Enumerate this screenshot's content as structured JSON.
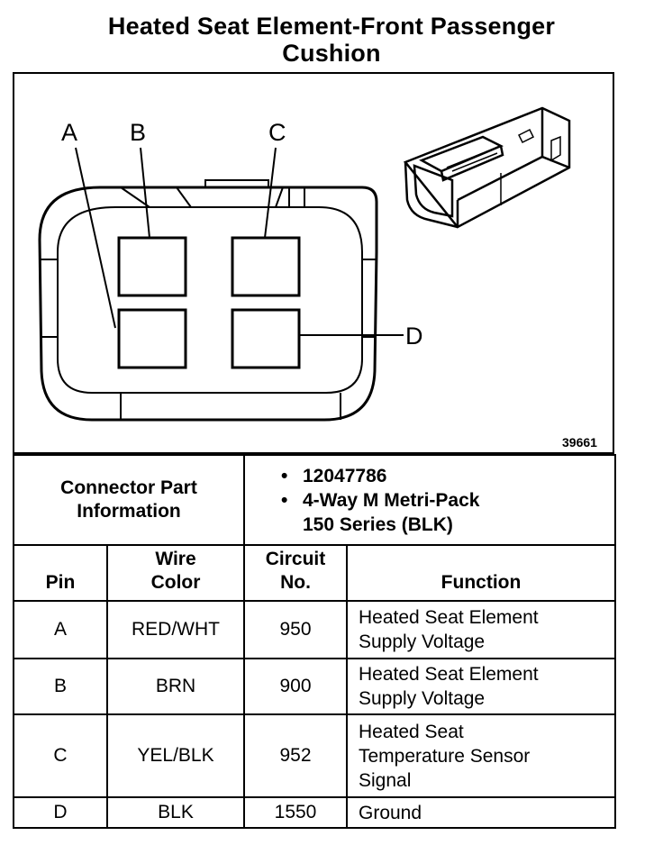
{
  "title": {
    "line1": "Heated Seat Element-Front Passenger",
    "line2": "Cushion"
  },
  "diagram": {
    "pin_labels": [
      "A",
      "B",
      "C",
      "D"
    ],
    "figure_number": "39661"
  },
  "connector_info": {
    "label_line1": "Connector Part",
    "label_line2": "Information",
    "part_number": "12047786",
    "desc_line1": "4-Way M Metri-Pack",
    "desc_line2": "150 Series (BLK)",
    "bullet": "•"
  },
  "table": {
    "headers": {
      "pin": "Pin",
      "wire_color_1": "Wire",
      "wire_color_2": "Color",
      "circuit_1": "Circuit",
      "circuit_2": "No.",
      "function": "Function"
    },
    "rows": [
      {
        "pin": "A",
        "color": "RED/WHT",
        "circuit": "950",
        "function": [
          "Heated Seat Element",
          "Supply Voltage"
        ]
      },
      {
        "pin": "B",
        "color": "BRN",
        "circuit": "900",
        "function": [
          "Heated Seat Element",
          "Supply Voltage"
        ]
      },
      {
        "pin": "C",
        "color": "YEL/BLK",
        "circuit": "952",
        "function": [
          "Heated Seat",
          "Temperature Sensor",
          "Signal"
        ]
      },
      {
        "pin": "D",
        "color": "BLK",
        "circuit": "1550",
        "function": [
          "Ground"
        ]
      }
    ]
  }
}
